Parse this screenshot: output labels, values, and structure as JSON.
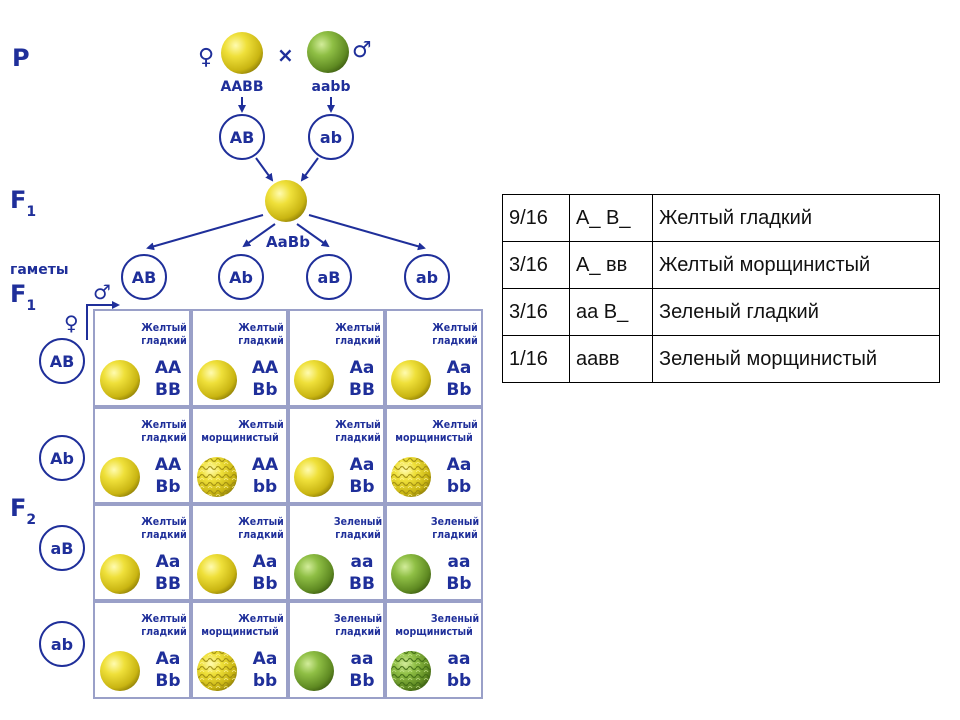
{
  "generations": {
    "p": "P",
    "f1": "F",
    "f1_sub": "1",
    "gametes_word": "гаметы",
    "gametes_f": "F",
    "gametes_sub": "1",
    "f2": "F",
    "f2_sub": "2"
  },
  "symbols": {
    "female": "♀",
    "male": "♂",
    "cross": "×"
  },
  "parents": {
    "female_genotype": "AABB",
    "male_genotype": "aabb"
  },
  "parent_gametes": [
    "AB",
    "ab"
  ],
  "f1_genotype": "AaBb",
  "f1_gametes": [
    "AB",
    "Ab",
    "aB",
    "ab"
  ],
  "row_gametes": [
    "AB",
    "Ab",
    "aB",
    "ab"
  ],
  "punnett": [
    [
      {
        "p1": "Желтый",
        "p2": "гладкий",
        "g1": "AA",
        "g2": "BB",
        "color": "yellow",
        "texture": "smooth"
      },
      {
        "p1": "Желтый",
        "p2": "гладкий",
        "g1": "AA",
        "g2": "Bb",
        "color": "yellow",
        "texture": "smooth"
      },
      {
        "p1": "Желтый",
        "p2": "гладкий",
        "g1": "Aa",
        "g2": "BB",
        "color": "yellow",
        "texture": "smooth"
      },
      {
        "p1": "Желтый",
        "p2": "гладкий",
        "g1": "Aa",
        "g2": "Bb",
        "color": "yellow",
        "texture": "smooth"
      }
    ],
    [
      {
        "p1": "Желтый",
        "p2": "гладкий",
        "g1": "AA",
        "g2": "Bb",
        "color": "yellow",
        "texture": "smooth"
      },
      {
        "p1": "Желтый",
        "p2": "морщинистый",
        "g1": "AA",
        "g2": "bb",
        "color": "yellow",
        "texture": "wrinkled"
      },
      {
        "p1": "Желтый",
        "p2": "гладкий",
        "g1": "Aa",
        "g2": "Bb",
        "color": "yellow",
        "texture": "smooth"
      },
      {
        "p1": "Желтый",
        "p2": "морщинистый",
        "g1": "Aa",
        "g2": "bb",
        "color": "yellow",
        "texture": "wrinkled"
      }
    ],
    [
      {
        "p1": "Желтый",
        "p2": "гладкий",
        "g1": "Aa",
        "g2": "BB",
        "color": "yellow",
        "texture": "smooth"
      },
      {
        "p1": "Желтый",
        "p2": "гладкий",
        "g1": "Aa",
        "g2": "Bb",
        "color": "yellow",
        "texture": "smooth"
      },
      {
        "p1": "Зеленый",
        "p2": "гладкий",
        "g1": "aa",
        "g2": "BB",
        "color": "green",
        "texture": "smooth"
      },
      {
        "p1": "Зеленый",
        "p2": "гладкий",
        "g1": "aa",
        "g2": "Bb",
        "color": "green",
        "texture": "smooth"
      }
    ],
    [
      {
        "p1": "Желтый",
        "p2": "гладкий",
        "g1": "Aa",
        "g2": "Bb",
        "color": "yellow",
        "texture": "smooth"
      },
      {
        "p1": "Желтый",
        "p2": "морщинистый",
        "g1": "Aa",
        "g2": "bb",
        "color": "yellow",
        "texture": "wrinkled"
      },
      {
        "p1": "Зеленый",
        "p2": "гладкий",
        "g1": "aa",
        "g2": "Bb",
        "color": "green",
        "texture": "smooth"
      },
      {
        "p1": "Зеленый",
        "p2": "морщинистый",
        "g1": "aa",
        "g2": "bb",
        "color": "green",
        "texture": "wrinkled"
      }
    ]
  ],
  "ratio_table": [
    {
      "ratio": "9/16",
      "genotype": "A_ B_",
      "phenotype": "Желтый гладкий"
    },
    {
      "ratio": "3/16",
      "genotype": "A_ вв",
      "phenotype": "Желтый морщинистый"
    },
    {
      "ratio": "3/16",
      "genotype": "аа B_",
      "phenotype": "Зеленый гладкий"
    },
    {
      "ratio": "1/16",
      "genotype": "аавв",
      "phenotype": "Зеленый морщинистый"
    }
  ],
  "colors": {
    "label_blue": "#1f2f9a",
    "grid_lines": "#9aa0c8",
    "yellow_pea": "#e6d72a",
    "green_pea": "#6d9b2c"
  }
}
